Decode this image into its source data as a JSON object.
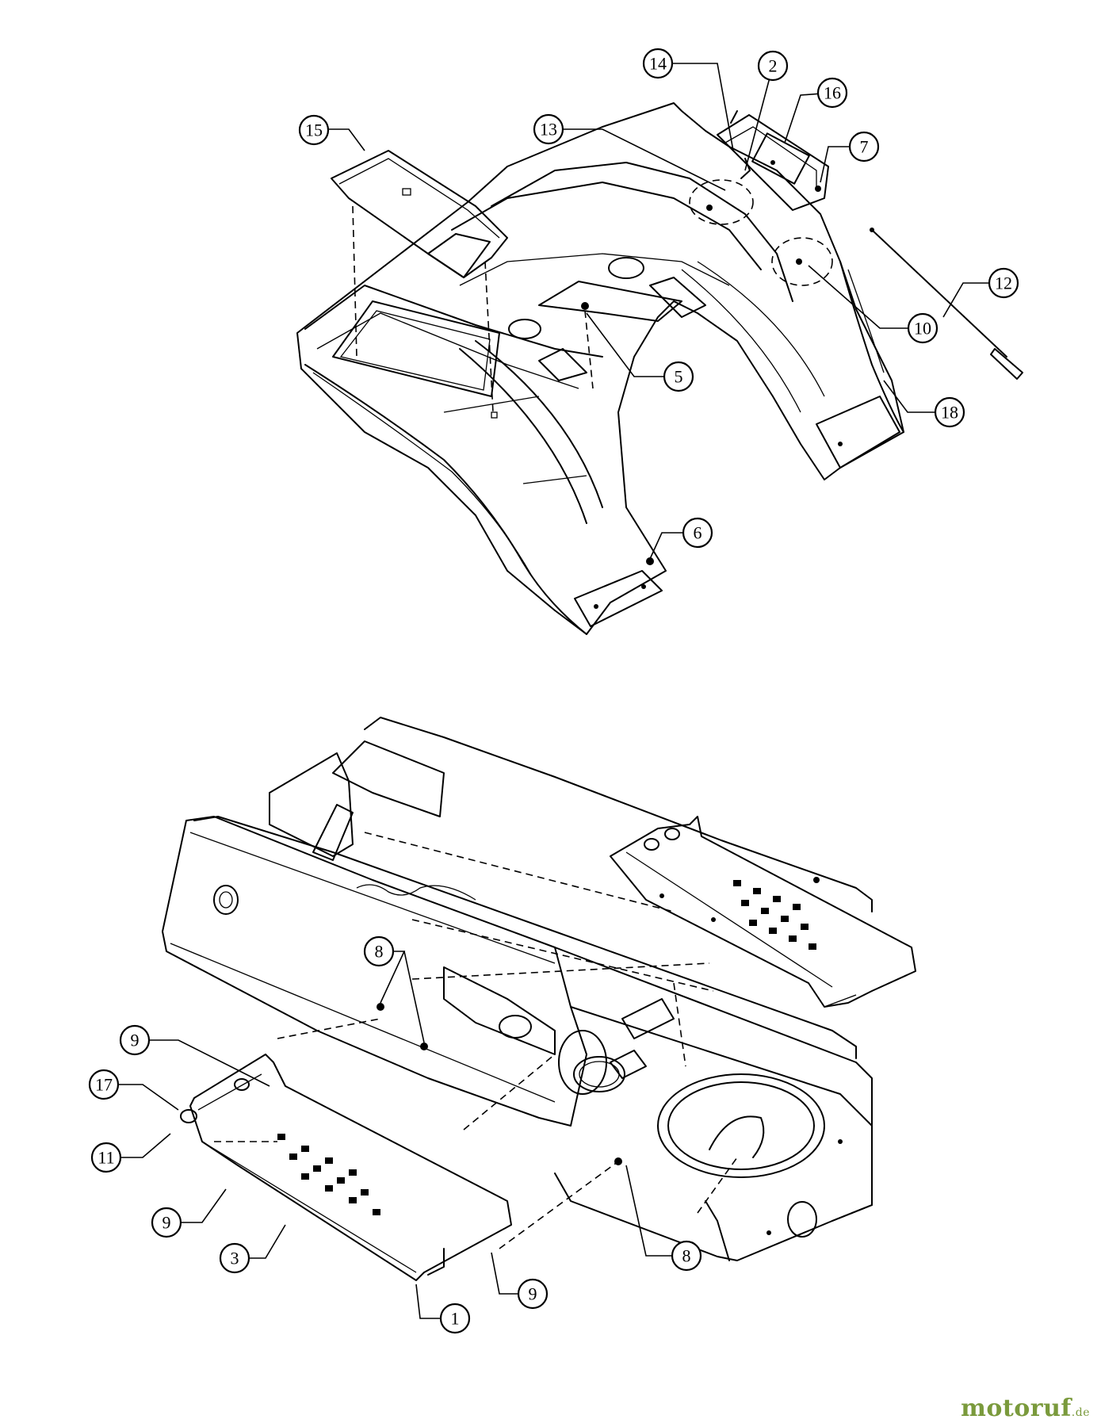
{
  "diagram": {
    "callouts": [
      {
        "id": "14",
        "label": "14"
      },
      {
        "id": "2",
        "label": "2"
      },
      {
        "id": "16",
        "label": "16"
      },
      {
        "id": "15",
        "label": "15"
      },
      {
        "id": "13",
        "label": "13"
      },
      {
        "id": "7",
        "label": "7"
      },
      {
        "id": "12",
        "label": "12"
      },
      {
        "id": "10",
        "label": "10"
      },
      {
        "id": "5",
        "label": "5"
      },
      {
        "id": "18",
        "label": "18"
      },
      {
        "id": "6",
        "label": "6"
      },
      {
        "id": "8a",
        "label": "8"
      },
      {
        "id": "9a",
        "label": "9"
      },
      {
        "id": "17",
        "label": "17"
      },
      {
        "id": "11",
        "label": "11"
      },
      {
        "id": "9b",
        "label": "9"
      },
      {
        "id": "3",
        "label": "3"
      },
      {
        "id": "1",
        "label": "1"
      },
      {
        "id": "9c",
        "label": "9"
      },
      {
        "id": "8b",
        "label": "8"
      }
    ]
  },
  "watermark": {
    "main": "motoruf",
    "tld": ".de"
  }
}
